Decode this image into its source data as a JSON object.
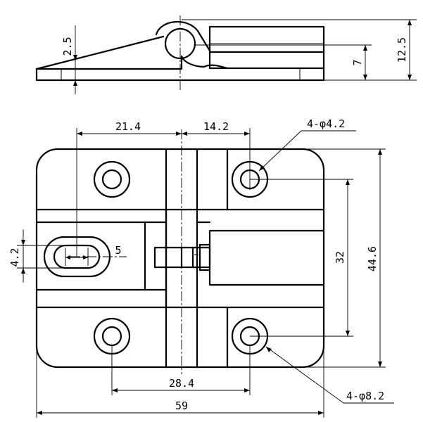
{
  "side_view": {
    "dim_thickness": "2.5",
    "dim_height_total": "12.5",
    "dim_height_block": "7"
  },
  "top_view": {
    "dim_left_offset": "21.4",
    "dim_right_offset": "14.2",
    "dim_slot_width": "4.2",
    "dim_slot_length": "5",
    "dim_hole_spacing_v": "32",
    "dim_height": "44.6",
    "dim_hole_spacing_h": "28.4",
    "dim_width": "59",
    "callout_small_holes": "4-φ4.2",
    "callout_large_holes": "4-φ8.2"
  }
}
